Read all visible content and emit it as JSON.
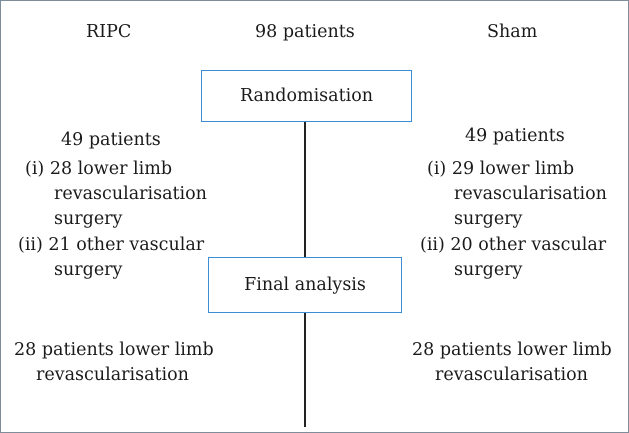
{
  "header": {
    "left": "RIPC",
    "center": "98 patients",
    "right": "Sham"
  },
  "boxes": {
    "randomisation": "Randomisation",
    "final_analysis": "Final analysis"
  },
  "ripc": {
    "count": "49 patients",
    "item1_line1": "(i) 28 lower limb",
    "item1_line2": "revascularisation",
    "item1_line3": "surgery",
    "item2_line1": "(ii) 21 other vascular",
    "item2_line2": "surgery",
    "final_line1": "28 patients lower limb",
    "final_line2": "revascularisation"
  },
  "sham": {
    "count": "49 patients",
    "item1_line1": "(i) 29 lower limb",
    "item1_line2": "revascularisation",
    "item1_line3": "surgery",
    "item2_line1": "(ii) 20 other vascular",
    "item2_line2": "surgery",
    "final_line1": "28 patients lower limb",
    "final_line2": "revascularisation"
  }
}
